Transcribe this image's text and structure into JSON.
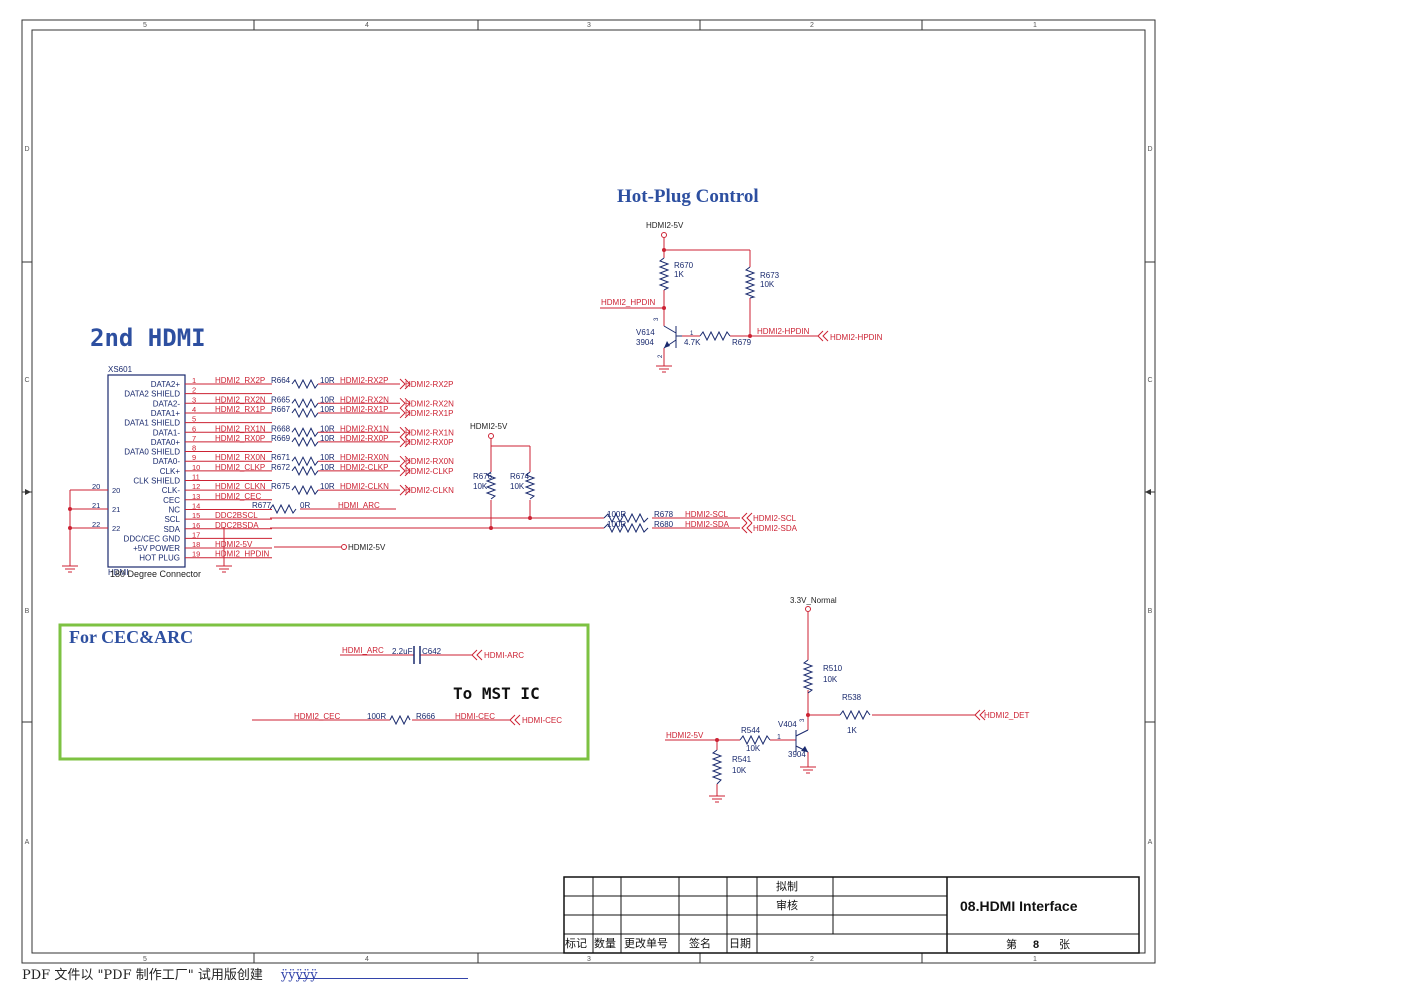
{
  "frame": {
    "top_zones": [
      "5",
      "4",
      "3",
      "2",
      "1"
    ],
    "bottom_zones": [
      "5",
      "4",
      "3",
      "2",
      "1"
    ],
    "side_zones": [
      "D",
      "C",
      "B",
      "A"
    ]
  },
  "sections": {
    "hotplug_title": "Hot-Plug Control",
    "hdmi_title": "2nd HDMI",
    "cec_title": "For CEC&ARC",
    "mst_note": "To MST IC"
  },
  "connector": {
    "ref": "XS601",
    "type": "HDMI",
    "desc": "180 Degree Connector",
    "pins": [
      {
        "num": "1",
        "name": "DATA2+",
        "net": "HDMI2_RX2P",
        "res": "R664",
        "val": "10R",
        "out": "HDMI2-RX2P"
      },
      {
        "num": "2",
        "name": "DATA2 SHIELD",
        "net": "",
        "res": "",
        "val": "",
        "out": ""
      },
      {
        "num": "3",
        "name": "DATA2-",
        "net": "HDMI2_RX2N",
        "res": "R665",
        "val": "10R",
        "out": "HDMI2-RX2N"
      },
      {
        "num": "4",
        "name": "DATA1+",
        "net": "HDMI2_RX1P",
        "res": "R667",
        "val": "10R",
        "out": "HDMI2-RX1P"
      },
      {
        "num": "5",
        "name": "DATA1 SHIELD",
        "net": "",
        "res": "",
        "val": "",
        "out": ""
      },
      {
        "num": "6",
        "name": "DATA1-",
        "net": "HDMI2_RX1N",
        "res": "R668",
        "val": "10R",
        "out": "HDMI2-RX1N"
      },
      {
        "num": "7",
        "name": "DATA0+",
        "net": "HDMI2_RX0P",
        "res": "R669",
        "val": "10R",
        "out": "HDMI2-RX0P"
      },
      {
        "num": "8",
        "name": "DATA0 SHIELD",
        "net": "",
        "res": "",
        "val": "",
        "out": ""
      },
      {
        "num": "9",
        "name": "DATA0-",
        "net": "HDMI2_RX0N",
        "res": "R671",
        "val": "10R",
        "out": "HDMI2-RX0N"
      },
      {
        "num": "10",
        "name": "CLK+",
        "net": "HDMI2_CLKP",
        "res": "R672",
        "val": "10R",
        "out": "HDMI2-CLKP"
      },
      {
        "num": "11",
        "name": "CLK SHIELD",
        "net": "",
        "res": "",
        "val": "",
        "out": ""
      },
      {
        "num": "12",
        "name": "CLK-",
        "net": "HDMI2_CLKN",
        "res": "R675",
        "val": "10R",
        "out": "HDMI2-CLKN"
      },
      {
        "num": "13",
        "name": "CEC",
        "net": "HDMI2_CEC",
        "res": "",
        "val": "",
        "out": ""
      },
      {
        "num": "14",
        "name": "NC",
        "net": "",
        "res": "R677",
        "val": "0R",
        "out": "HDMI_ARC"
      },
      {
        "num": "15",
        "name": "SCL",
        "net": "DDC2BSCL",
        "res": "",
        "val": "",
        "out": ""
      },
      {
        "num": "16",
        "name": "SDA",
        "net": "DDC2BSDA",
        "res": "",
        "val": "",
        "out": ""
      },
      {
        "num": "17",
        "name": "DDC/CEC GND",
        "net": "",
        "res": "",
        "val": "",
        "out": ""
      },
      {
        "num": "18",
        "name": "+5V POWER",
        "net": "HDMI2-5V",
        "res": "",
        "val": "",
        "out": ""
      },
      {
        "num": "19",
        "name": "HOT PLUG",
        "net": "HDMI2_HPDIN",
        "res": "",
        "val": "",
        "out": ""
      }
    ],
    "shield_pins": [
      "20",
      "21",
      "22"
    ]
  },
  "ddc": {
    "power": "HDMI2-5V",
    "pullups": [
      {
        "ref": "R676",
        "val": "10K"
      },
      {
        "ref": "R674",
        "val": "10K"
      }
    ],
    "scl": {
      "val": "100R",
      "ref": "R678",
      "net": "HDMI2-SCL",
      "port": "HDMI2-SCL"
    },
    "sda": {
      "val": "100R",
      "ref": "R680",
      "net": "HDMI2-SDA",
      "port": "HDMI2-SDA"
    },
    "pin18_port": "HDMI2-5V"
  },
  "hotplug": {
    "power": "HDMI2-5V",
    "r670": {
      "ref": "R670",
      "val": "1K"
    },
    "r673": {
      "ref": "R673",
      "val": "10K"
    },
    "r679": {
      "ref": "R679",
      "val": "4.7K"
    },
    "net_in": "HDMI2_HPDIN",
    "transistor": {
      "ref": "V614",
      "part": "3904",
      "pins": [
        "3",
        "1",
        "2"
      ]
    },
    "net_out": "HDMI2-HPDIN",
    "port": "HDMI2-HPDIN"
  },
  "det": {
    "power": "3.3V_Normal",
    "r510": {
      "ref": "R510",
      "val": "10K"
    },
    "r538": {
      "ref": "R538",
      "val": "1K"
    },
    "r544": {
      "ref": "R544",
      "val": "10K"
    },
    "r541": {
      "ref": "R541",
      "val": "10K"
    },
    "transistor": {
      "ref": "V404",
      "part": "3904",
      "pins": [
        "1",
        "3"
      ]
    },
    "net_in": "HDMI2-5V",
    "port": "HDMI2_DET"
  },
  "cec": {
    "arc_net": "HDMI_ARC",
    "cap_val": "2.2uF",
    "cap_ref": "C642",
    "arc_port": "HDMI-ARC",
    "cec_net": "HDMI2_CEC",
    "res_val": "100R",
    "res_ref": "R666",
    "cec_out": "HDMI-CEC",
    "cec_port": "HDMI-CEC"
  },
  "title_block": {
    "draft": "拟制",
    "review": "审核",
    "sheet_title": "08.HDMI Interface",
    "headers": [
      "标记",
      "数量",
      "更改单号",
      "签名",
      "日期"
    ],
    "sheet_prefix": "第",
    "sheet_num": "8",
    "sheet_suffix": "张"
  },
  "footer": {
    "text": "PDF 文件以 \"PDF 制作工厂\" 试用版创建",
    "link": "ÿÿÿÿÿ"
  },
  "colors": {
    "net": "#cc2233",
    "part": "#1a2a6e",
    "title": "#2d4fa0",
    "frame": "#333333",
    "cec_box": "#7dc242"
  }
}
